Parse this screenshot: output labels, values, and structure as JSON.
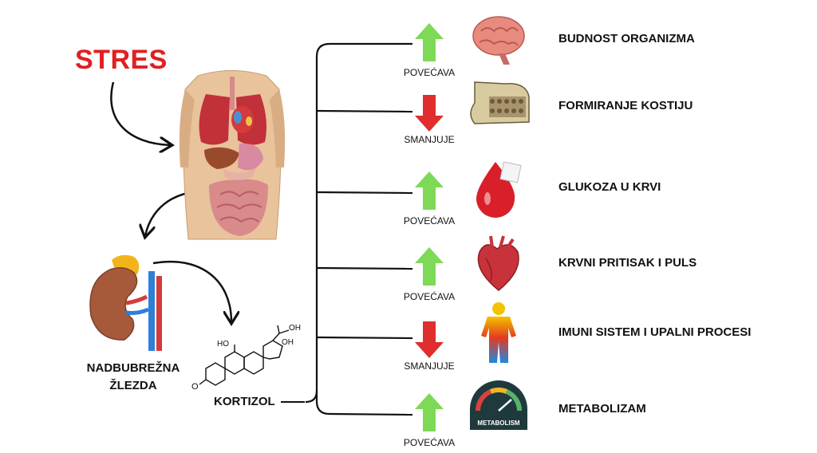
{
  "title": "STRES",
  "gland_label": [
    "NADBUBREŽNA",
    "ŽLEZDA"
  ],
  "hormone_label": "KORTIZOL",
  "effects": [
    {
      "label": "BUDNOST ORGANIZMA",
      "direction": "POVEĆAVA",
      "trend": "up",
      "icon": "brain-icon"
    },
    {
      "label": "FORMIRANJE KOSTIJU",
      "direction": "SMANJUJE",
      "trend": "down",
      "icon": "bone-icon"
    },
    {
      "label": "GLUKOZA U KRVI",
      "direction": "POVEĆAVA",
      "trend": "up",
      "icon": "blood-sugar-icon"
    },
    {
      "label": "KRVNI PRITISAK I PULS",
      "direction": "POVEĆAVA",
      "trend": "up",
      "icon": "heart-icon"
    },
    {
      "label": "IMUNI SISTEM I UPALNI PROCESI",
      "direction": "SMANJUJE",
      "trend": "down",
      "icon": "thermal-body-icon"
    },
    {
      "label": "METABOLIZAM",
      "direction": "POVEĆAVA",
      "trend": "up",
      "icon": "metabolism-gauge-icon"
    }
  ],
  "metabolism_gauge_text": "METABOLISM",
  "molecule_labels": [
    "O",
    "OH",
    "OH",
    "HO"
  ],
  "colors": {
    "title_red": "#e02020",
    "arrow_up": "#7ed957",
    "arrow_down": "#e02d2d",
    "line": "#111111"
  }
}
